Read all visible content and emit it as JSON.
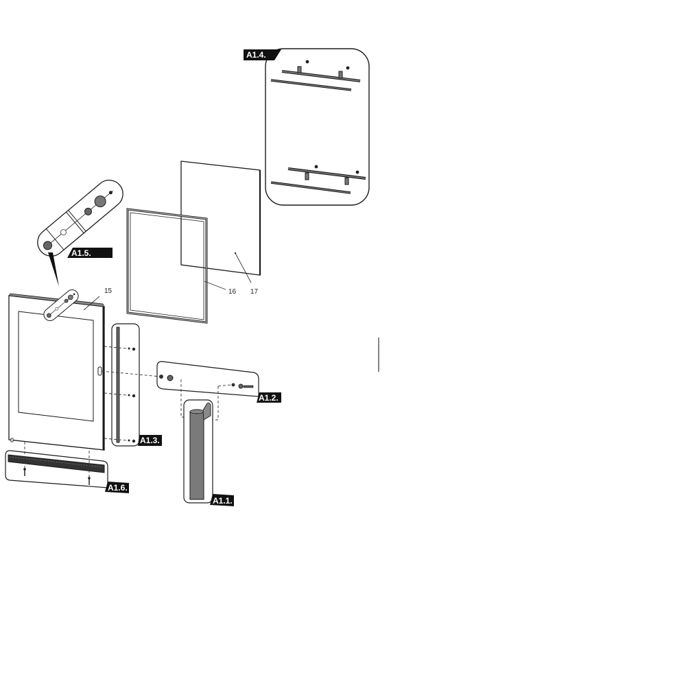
{
  "diagram": {
    "type": "exploded-assembly-view",
    "subject": "oven door assembly",
    "colors": {
      "line": "#1a1a1a",
      "part_fill": "#6e6e6e",
      "handle_fill": "#7a7a7a",
      "tag_bg": "#111111",
      "tag_text": "#ffffff",
      "background": "#ffffff"
    },
    "part_numbers": [
      {
        "id": "15",
        "label": "15",
        "description": "door panel"
      },
      {
        "id": "16",
        "label": "16",
        "description": "glass frame / gasket"
      },
      {
        "id": "17",
        "label": "17",
        "description": "glass pane"
      }
    ],
    "detail_callouts": [
      {
        "id": "A1.1",
        "label": "A1.1.",
        "description": "door handle"
      },
      {
        "id": "A1.2",
        "label": "A1.2.",
        "description": "handle mounting screws and washers"
      },
      {
        "id": "A1.3",
        "label": "A1.3.",
        "description": "side hinge strip with screws"
      },
      {
        "id": "A1.4",
        "label": "A1.4.",
        "description": "glass retaining rails with screws"
      },
      {
        "id": "A1.5",
        "label": "A1.5.",
        "description": "top corner fasteners (enlarged)"
      },
      {
        "id": "A1.6",
        "label": "A1.6.",
        "description": "bottom vent strip with screws"
      }
    ]
  }
}
